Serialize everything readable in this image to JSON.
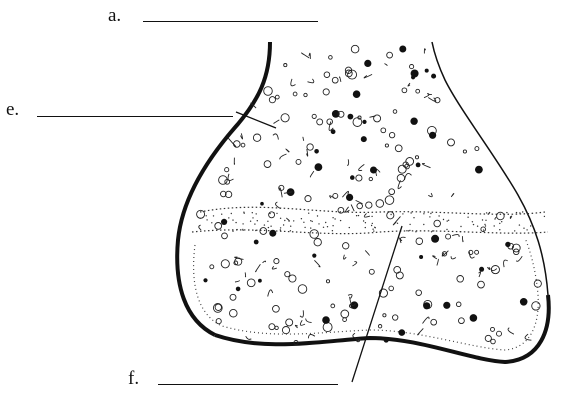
{
  "labels": {
    "a": {
      "letter": "a.",
      "answer": ""
    },
    "e": {
      "letter": "e.",
      "answer": ""
    },
    "f": {
      "letter": "f.",
      "answer": ""
    }
  },
  "colors": {
    "ink": "#111111",
    "paper": "#ffffff"
  }
}
